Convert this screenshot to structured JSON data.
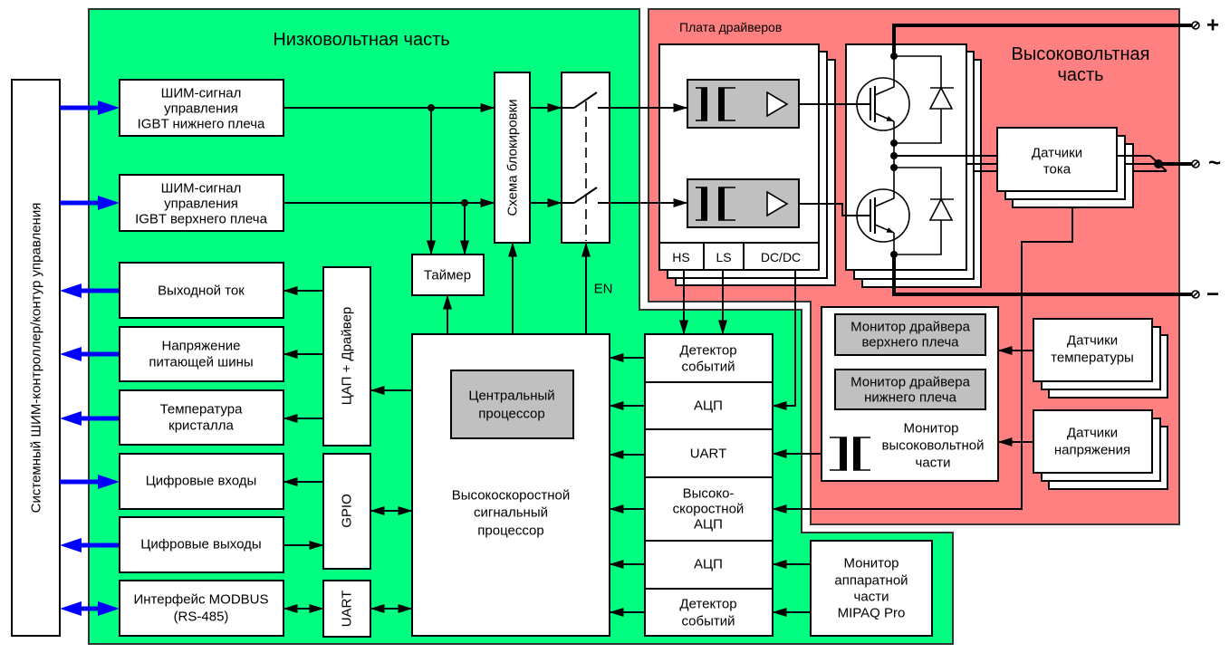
{
  "colors": {
    "low_voltage_area": "#00FF80",
    "high_voltage_area": "#FF8080",
    "highlight_block": "#C0C0C0",
    "external_link": "#0000FF"
  },
  "system_controller": {
    "label": "Системный ШИМ-контроллер/контур управления"
  },
  "low_voltage": {
    "title": "Низковольтная часть",
    "pwm_low_side": [
      "ШИМ-сигнал",
      "управления",
      "IGBT нижнего плеча"
    ],
    "pwm_high_side": [
      "ШИМ-сигнал",
      "управления",
      "IGBT верхнего плеча"
    ],
    "output_current": [
      "Выходной ток"
    ],
    "bus_voltage": [
      "Напряжение",
      "питающей шины"
    ],
    "die_temperature": [
      "Температура",
      "кристалла"
    ],
    "digital_inputs": [
      "Цифровые входы"
    ],
    "digital_outputs": [
      "Цифровые выходы"
    ],
    "modbus": [
      "Интерфейс MODBUS",
      "(RS-485)"
    ],
    "dac_driver": "ЦАП + Драйвер",
    "gpio": "GPIO",
    "uart": "UART",
    "timer": "Таймер",
    "interlock": "Схема блокировки",
    "enable": "EN",
    "dsp": [
      "Высокоскоростной",
      "сигнальный",
      "процессор"
    ],
    "cpu": [
      "Центральный",
      "процессор"
    ],
    "peripherals": {
      "event_detector_top": [
        "Детектор",
        "событий"
      ],
      "adc_top": [
        "АЦП"
      ],
      "uart": [
        "UART"
      ],
      "fast_adc": [
        "Высоко-",
        "скоростной",
        "АЦП"
      ],
      "adc_bottom": [
        "АЦП"
      ],
      "event_detector_bottom": [
        "Детектор",
        "событий"
      ]
    },
    "hw_monitor": [
      "Монитор",
      "аппаратной",
      "части",
      "MIPAQ Pro"
    ]
  },
  "high_voltage": {
    "title": [
      "Высоковольтная",
      "часть"
    ],
    "driver_board": {
      "title": "Плата драйверов",
      "ports": [
        "HS",
        "LS",
        "DC/DC"
      ]
    },
    "current_sensors": [
      "Датчики",
      "тока"
    ],
    "hv_monitor": {
      "upper_driver_monitor": [
        "Монитор драйвера",
        "верхнего плеча"
      ],
      "lower_driver_monitor": [
        "Монитор драйвера",
        "нижнего плеча"
      ],
      "label": [
        "Монитор",
        "высоковольтной",
        "части"
      ]
    },
    "temperature_sensors": [
      "Датчики",
      "температуры"
    ],
    "voltage_sensors": [
      "Датчики",
      "напряжения"
    ],
    "terminals": {
      "dc_plus": "+",
      "ac_output": "~",
      "dc_minus": "−"
    }
  }
}
